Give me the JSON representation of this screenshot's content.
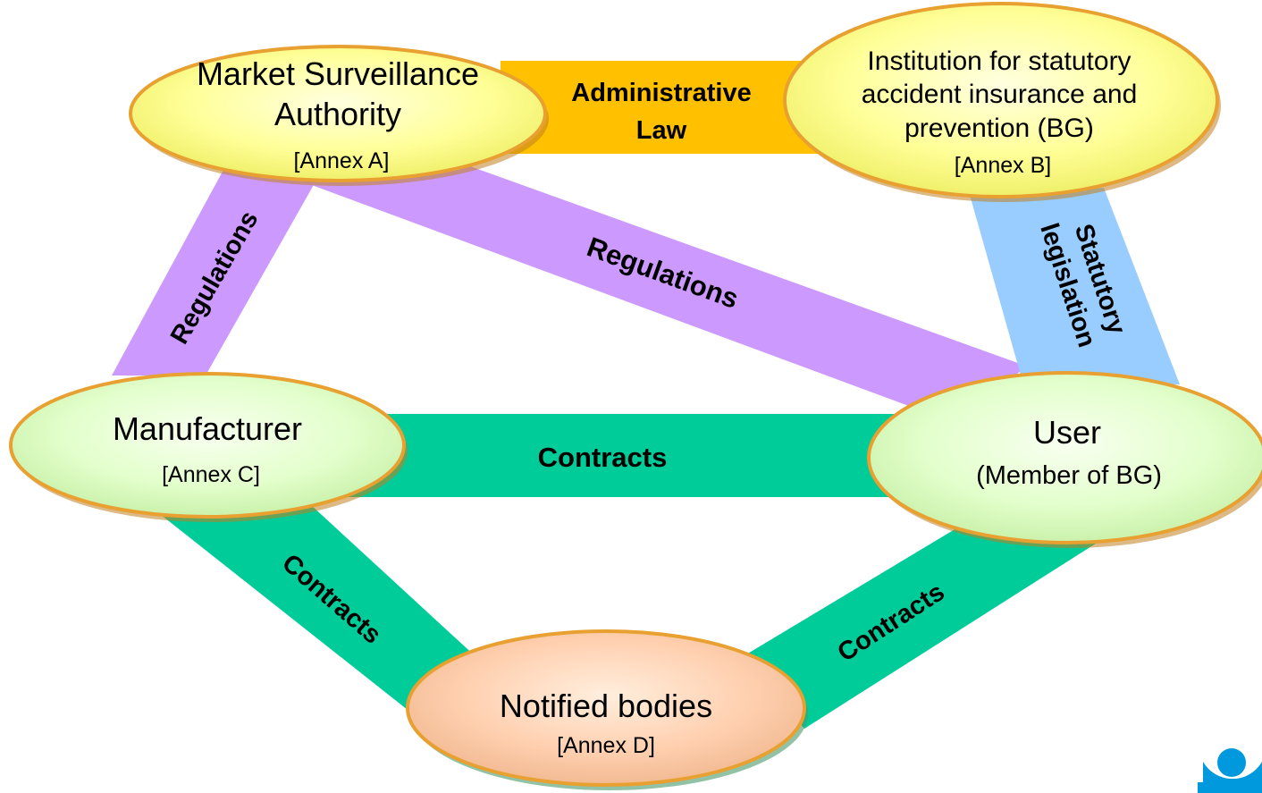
{
  "nodes": {
    "market_surveillance": {
      "title_line1": "Market Surveillance",
      "title_line2": "Authority",
      "annex": "[Annex A]"
    },
    "institution": {
      "line1": "Institution for statutory",
      "line2": "accident insurance and",
      "line3": "prevention (BG)",
      "annex": "[Annex B]"
    },
    "manufacturer": {
      "title": "Manufacturer",
      "annex": "[Annex C]"
    },
    "user": {
      "title": "User",
      "subtitle": "(Member of BG)"
    },
    "notified_bodies": {
      "title": "Notified bodies",
      "annex": "[Annex D]"
    }
  },
  "links": {
    "admin_law": {
      "line1": "Administrative",
      "line2": "Law"
    },
    "reg_msa_manufacturer": "Regulations",
    "reg_msa_user": "Regulations",
    "statutory": {
      "line1": "Statutory",
      "line2": "legislation"
    },
    "contracts_manufacturer_user": "Contracts",
    "contracts_manufacturer_notified": "Contracts",
    "contracts_user_notified": "Contracts"
  },
  "colors": {
    "admin_law": "#FFC000",
    "regulations": "#CC99FF",
    "statutory": "#99CCFF",
    "contracts": "#00CC99",
    "yellow_node": "#FFFF99",
    "green_node": "#E6FFCC",
    "peach_node": "#FFD0B0",
    "node_border": "#E8A030"
  },
  "logo": {
    "icon": "bg-logo-icon"
  }
}
